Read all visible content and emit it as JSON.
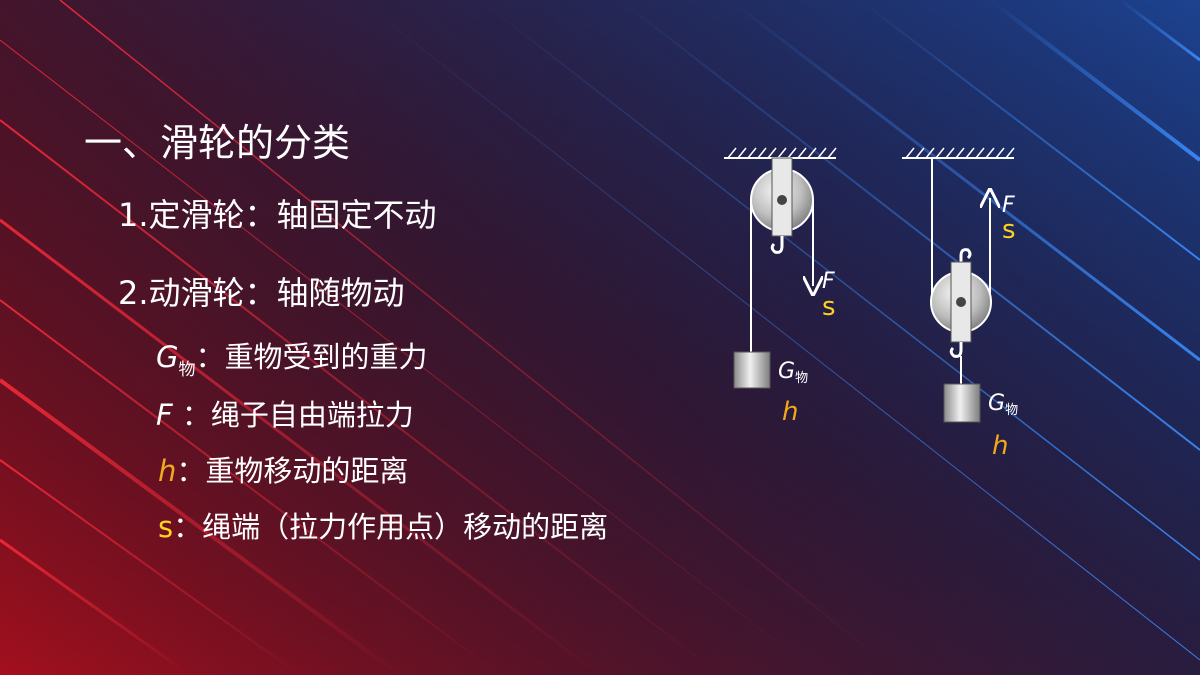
{
  "slide": {
    "title": "一、滑轮的分类",
    "fixed_pulley": "1.定滑轮：轴固定不动",
    "movable_pulley": "2.动滑轮：轴随物动",
    "definitions": [
      {
        "symbol": "G",
        "subscript": "物",
        "text": "：重物受到的重力"
      },
      {
        "symbol": "F",
        "text": " ：绳子自由端拉力"
      },
      {
        "symbol": "h",
        "text": "：重物移动的距离"
      },
      {
        "symbol": "s",
        "text": "：绳端（拉力作用点）移动的距离"
      }
    ]
  },
  "diagram": {
    "fixed": {
      "force": "F",
      "distance": "s",
      "weight": "G",
      "weight_sub": "物",
      "height": "h"
    },
    "movable": {
      "force": "F",
      "distance": "s",
      "weight": "G",
      "weight_sub": "物",
      "height": "h"
    }
  },
  "colors": {
    "s_label": "#ffd21e",
    "h_label": "#f2a81c",
    "text": "#ffffff"
  }
}
